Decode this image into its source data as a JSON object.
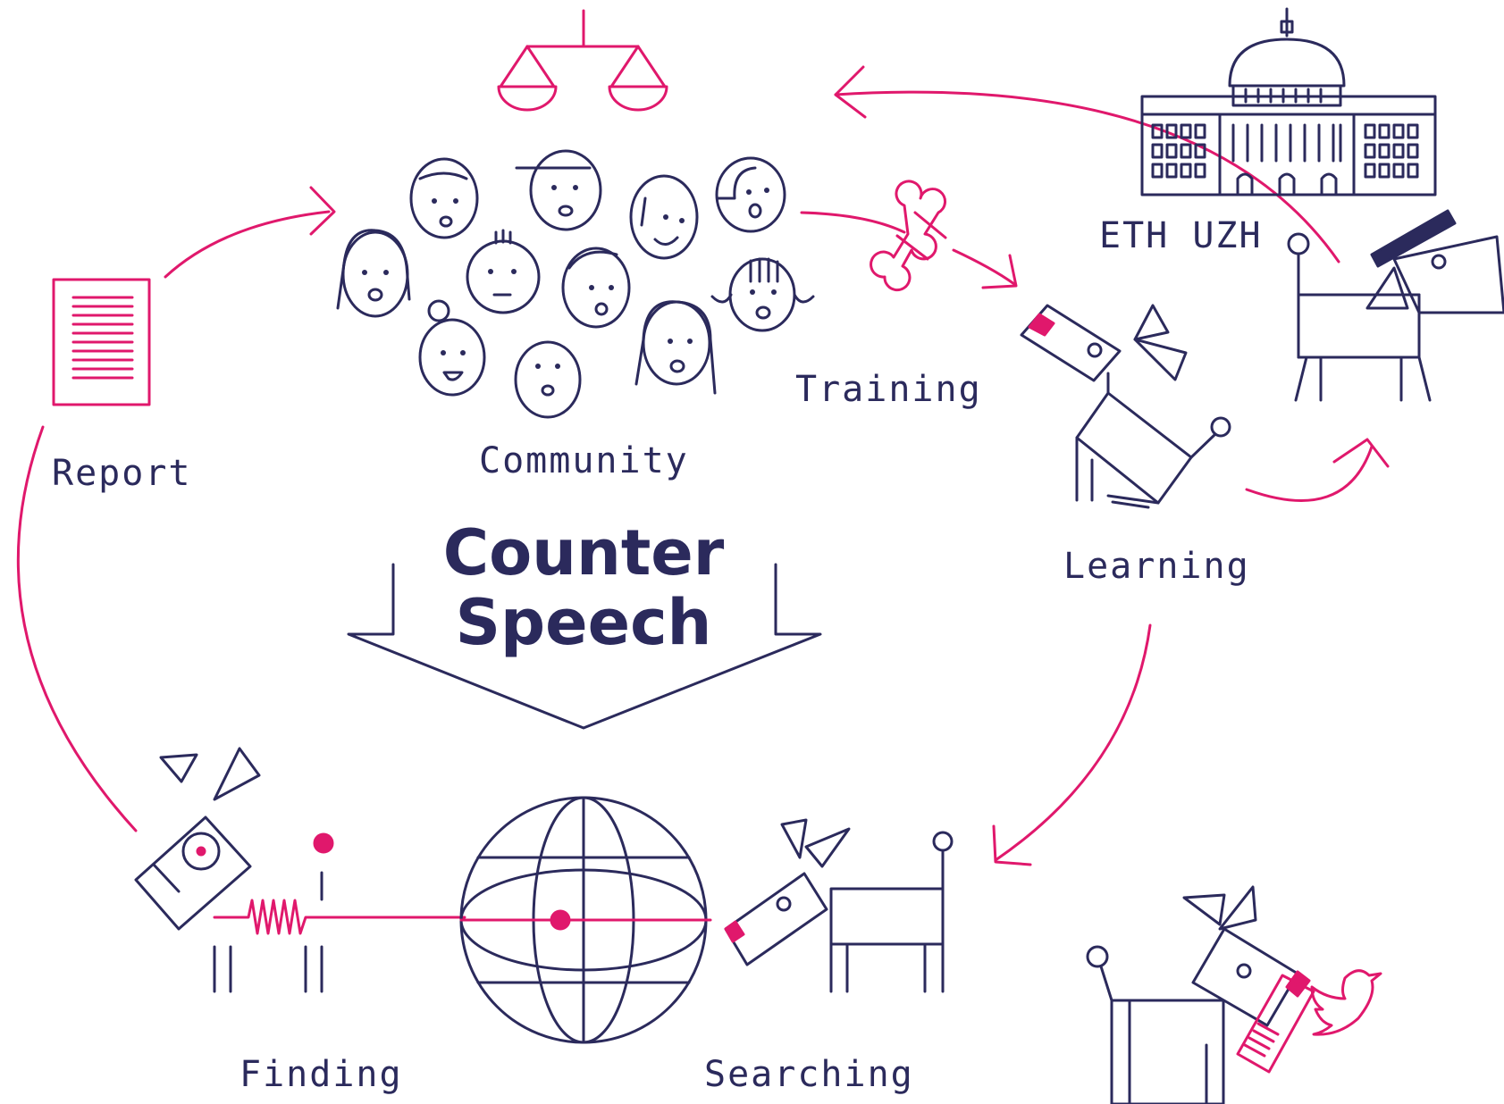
{
  "colors": {
    "ink": "#2b2a5c",
    "accent": "#e0186c",
    "background": "#ffffff"
  },
  "title": {
    "line1": "Counter",
    "line2": "Speech"
  },
  "labels": {
    "report": "Report",
    "community": "Community",
    "training": "Training",
    "learning": "Learning",
    "institutions": "ETH UZH",
    "finding": "Finding",
    "searching": "Searching"
  },
  "icons": [
    "scales-icon",
    "document-icon",
    "faces-icon",
    "bone-icon",
    "university-building-icon",
    "graduate-robot-dog-icon",
    "sitting-robot-dog-icon",
    "globe-icon",
    "signal-icon",
    "searching-robot-dog-icon",
    "reading-robot-dog-icon",
    "twitter-bird-icon"
  ]
}
